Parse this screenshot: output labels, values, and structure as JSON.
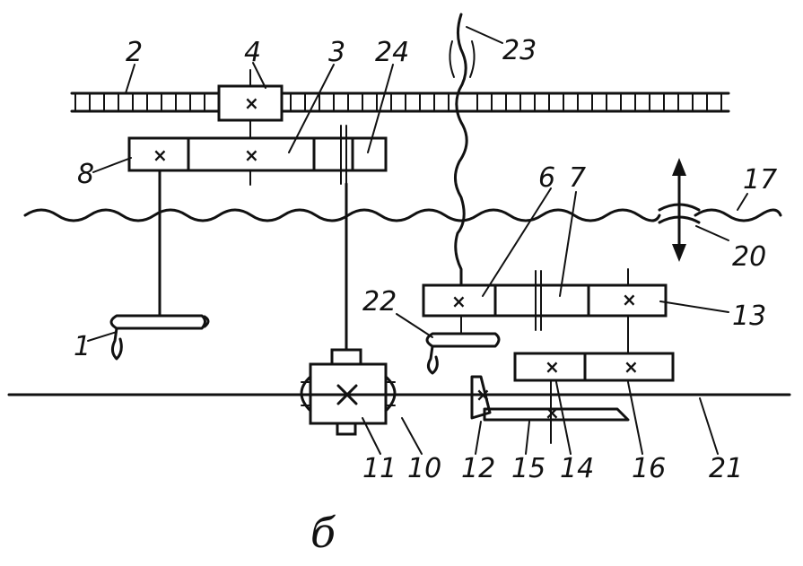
{
  "diagram": {
    "caption": "б",
    "labels": {
      "l1": "1",
      "l2": "2",
      "l3": "3",
      "l4": "4",
      "l6": "6",
      "l7": "7",
      "l8": "8",
      "l10": "10",
      "l11": "11",
      "l12": "12",
      "l13": "13",
      "l14": "14",
      "l15": "15",
      "l16": "16",
      "l17": "17",
      "l20": "20",
      "l21": "21",
      "l22": "22",
      "l23": "23",
      "l24": "24"
    },
    "mark": "×"
  }
}
